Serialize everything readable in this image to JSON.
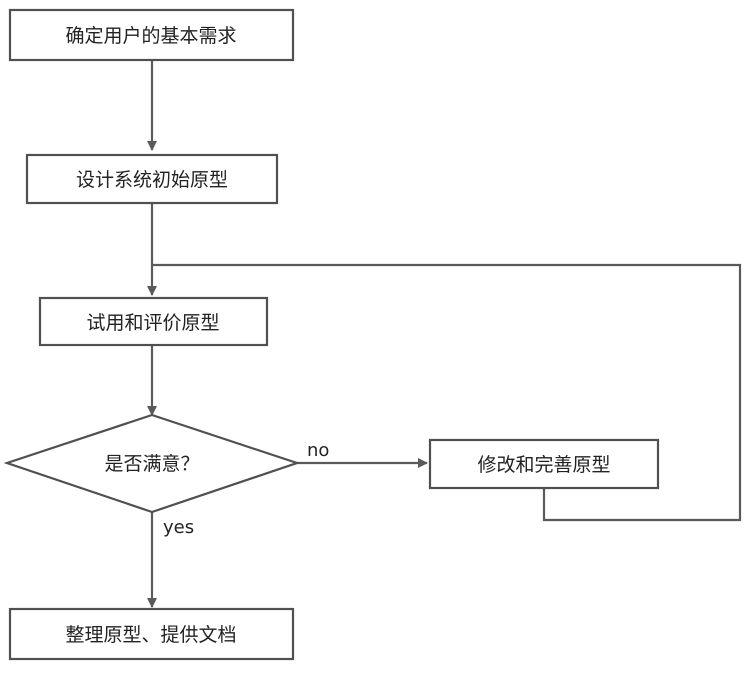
{
  "diagram": {
    "nodes": {
      "determine_requirements": "确定用户的基本需求",
      "design_prototype": "设计系统初始原型",
      "trial_evaluate": "试用和评价原型",
      "satisfied": "是否满意？",
      "modify_improve": "修改和完善原型",
      "finalize_docs": "整理原型、提供文档"
    },
    "edge_labels": {
      "no": "no",
      "yes": "yes"
    },
    "colors": {
      "stroke": "#505050",
      "edge": "#5a5a5a",
      "text": "#222222",
      "background": "#ffffff"
    }
  }
}
